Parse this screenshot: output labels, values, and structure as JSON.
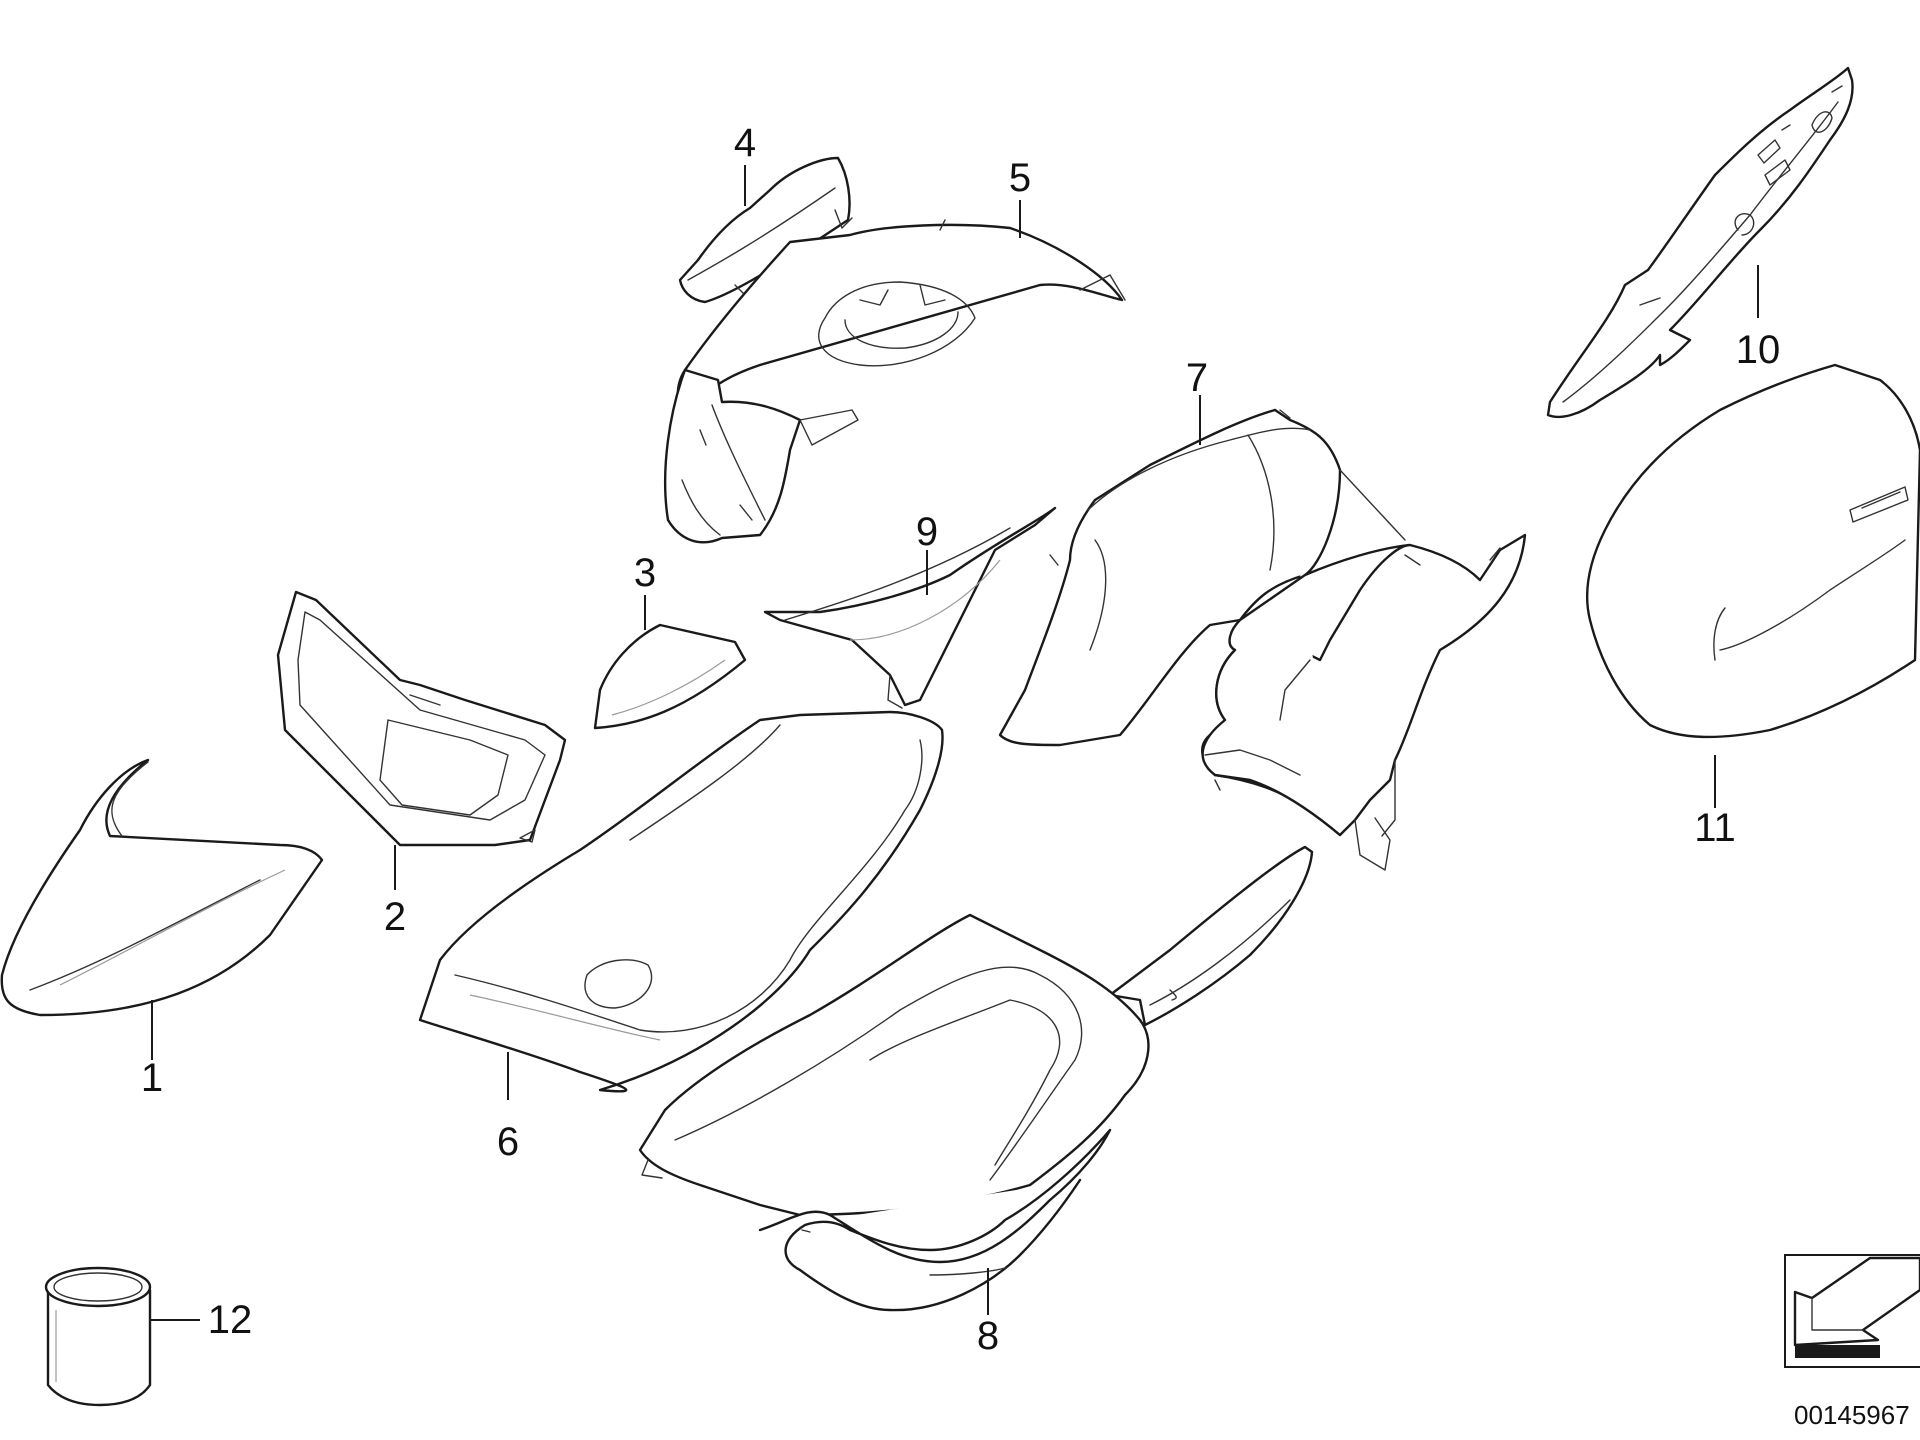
{
  "callouts": [
    {
      "id": "1",
      "text": "1"
    },
    {
      "id": "2",
      "text": "2"
    },
    {
      "id": "3",
      "text": "3"
    },
    {
      "id": "4",
      "text": "4"
    },
    {
      "id": "5",
      "text": "5"
    },
    {
      "id": "6",
      "text": "6"
    },
    {
      "id": "7",
      "text": "7"
    },
    {
      "id": "8",
      "text": "8"
    },
    {
      "id": "9",
      "text": "9"
    },
    {
      "id": "10",
      "text": "10"
    },
    {
      "id": "11",
      "text": "11"
    },
    {
      "id": "12",
      "text": "12"
    }
  ],
  "reference_number": "00145967",
  "orientation_icon": "arrow-direction-icon",
  "colors": {
    "line": "#1a1a1a",
    "fill": "#ffffff"
  }
}
